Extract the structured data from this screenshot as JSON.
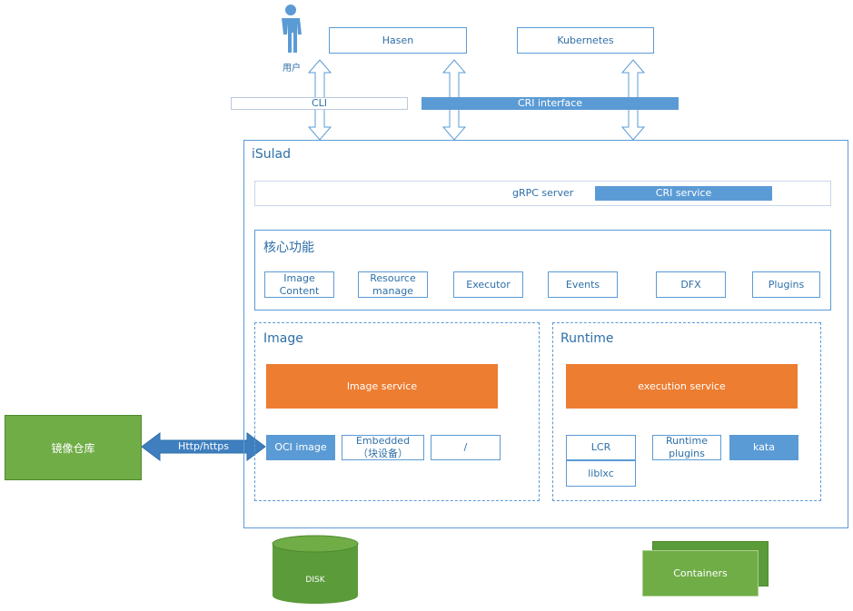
{
  "user": {
    "label": "用户"
  },
  "top": {
    "hasen": "Hasen",
    "kubernetes": "Kubernetes"
  },
  "interfaces": {
    "cli": "CLI",
    "cri": "CRI interface"
  },
  "isulad": {
    "title": "iSulad",
    "grpc_server": "gRPC server",
    "cri_service": "CRI service",
    "core": {
      "title": "核心功能",
      "items": [
        {
          "line1": "Image",
          "line2": "Content"
        },
        {
          "line1": "Resource",
          "line2": "manage"
        },
        {
          "line1": "Executor",
          "line2": ""
        },
        {
          "line1": "Events",
          "line2": ""
        },
        {
          "line1": "DFX",
          "line2": ""
        },
        {
          "line1": "Plugins",
          "line2": ""
        }
      ]
    },
    "image": {
      "title": "Image",
      "service": "Image service",
      "oci": "OCI image",
      "embedded_line1": "Embedded",
      "embedded_line2": "（块设备）",
      "slash": "/"
    },
    "runtime": {
      "title": "Runtime",
      "service": "execution service",
      "lcr": "LCR",
      "liblxc": "liblxc",
      "plugins_line1": "Runtime",
      "plugins_line2": "plugins",
      "kata": "kata"
    }
  },
  "registry": {
    "label": "镜像仓库",
    "link": "Http/https"
  },
  "disk": {
    "label": "DISK"
  },
  "containers": {
    "label": "Containers"
  },
  "colors": {
    "blue": "#5b9bd5",
    "orange": "#ed7d31",
    "green": "#70ad47"
  }
}
